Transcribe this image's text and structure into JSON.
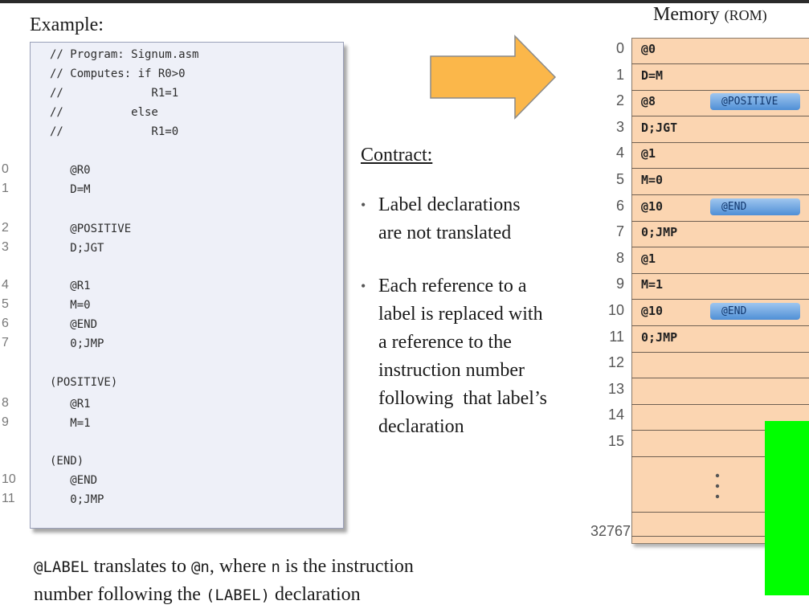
{
  "example_title": "Example:",
  "code_lines": [
    {
      "text": "// Program: Signum.asm",
      "num": ""
    },
    {
      "text": "// Computes: if R0>0",
      "num": ""
    },
    {
      "text": "//             R1=1",
      "num": ""
    },
    {
      "text": "//          else",
      "num": ""
    },
    {
      "text": "//             R1=0",
      "num": ""
    },
    {
      "text": "   @R0",
      "num": "0"
    },
    {
      "text": "   D=M",
      "num": "1"
    },
    {
      "text": "   @POSITIVE",
      "num": "2"
    },
    {
      "text": "   D;JGT",
      "num": "3"
    },
    {
      "text": "   @R1",
      "num": "4"
    },
    {
      "text": "   M=0",
      "num": "5"
    },
    {
      "text": "   @END",
      "num": "6"
    },
    {
      "text": "   0;JMP",
      "num": "7"
    },
    {
      "text": "(POSITIVE)",
      "num": ""
    },
    {
      "text": "   @R1",
      "num": "8"
    },
    {
      "text": "   M=1",
      "num": "9"
    },
    {
      "text": "(END)",
      "num": ""
    },
    {
      "text": "   @END",
      "num": "10"
    },
    {
      "text": "   0;JMP",
      "num": "11"
    }
  ],
  "contract": {
    "title": "Contract:",
    "bullets": [
      {
        "lines": [
          "Label declarations",
          "are not translated"
        ]
      },
      {
        "lines": [
          "Each reference to a",
          "label is replaced with",
          "a reference to the",
          "instruction number",
          "following  that label’s",
          "declaration"
        ]
      }
    ]
  },
  "memory": {
    "title": "Memory",
    "title_suffix": "(ROM)",
    "rows": [
      {
        "addr": "0",
        "instr": "@0",
        "label": ""
      },
      {
        "addr": "1",
        "instr": "D=M",
        "label": ""
      },
      {
        "addr": "2",
        "instr": "@8",
        "label": "@POSITIVE"
      },
      {
        "addr": "3",
        "instr": "D;JGT",
        "label": ""
      },
      {
        "addr": "4",
        "instr": "@1",
        "label": ""
      },
      {
        "addr": "5",
        "instr": "M=0",
        "label": ""
      },
      {
        "addr": "6",
        "instr": "@10",
        "label": "@END"
      },
      {
        "addr": "7",
        "instr": "0;JMP",
        "label": ""
      },
      {
        "addr": "8",
        "instr": "@1",
        "label": ""
      },
      {
        "addr": "9",
        "instr": "M=1",
        "label": ""
      },
      {
        "addr": "10",
        "instr": "@10",
        "label": "@END"
      },
      {
        "addr": "11",
        "instr": "0;JMP",
        "label": ""
      },
      {
        "addr": "12",
        "instr": "",
        "label": ""
      },
      {
        "addr": "13",
        "instr": "",
        "label": ""
      },
      {
        "addr": "14",
        "instr": "",
        "label": ""
      },
      {
        "addr": "15",
        "instr": "",
        "label": ""
      }
    ],
    "last_addr": "32767"
  },
  "footer": {
    "label_code": "@LABEL",
    "t1": " translates to  ",
    "at_n": "@n",
    "t2": ", where ",
    "n": "n",
    "t3": " is  the instruction",
    "t4": "number following  the ",
    "label_decl": "(LABEL)",
    "t5": " declaration"
  },
  "colors": {
    "code_bg": "#eef0f8",
    "memory_bg": "#fbd5b1",
    "arrow_fill": "#fbb74a",
    "tag_blue": "#4f8fd6",
    "green_block": "#00ff00"
  }
}
